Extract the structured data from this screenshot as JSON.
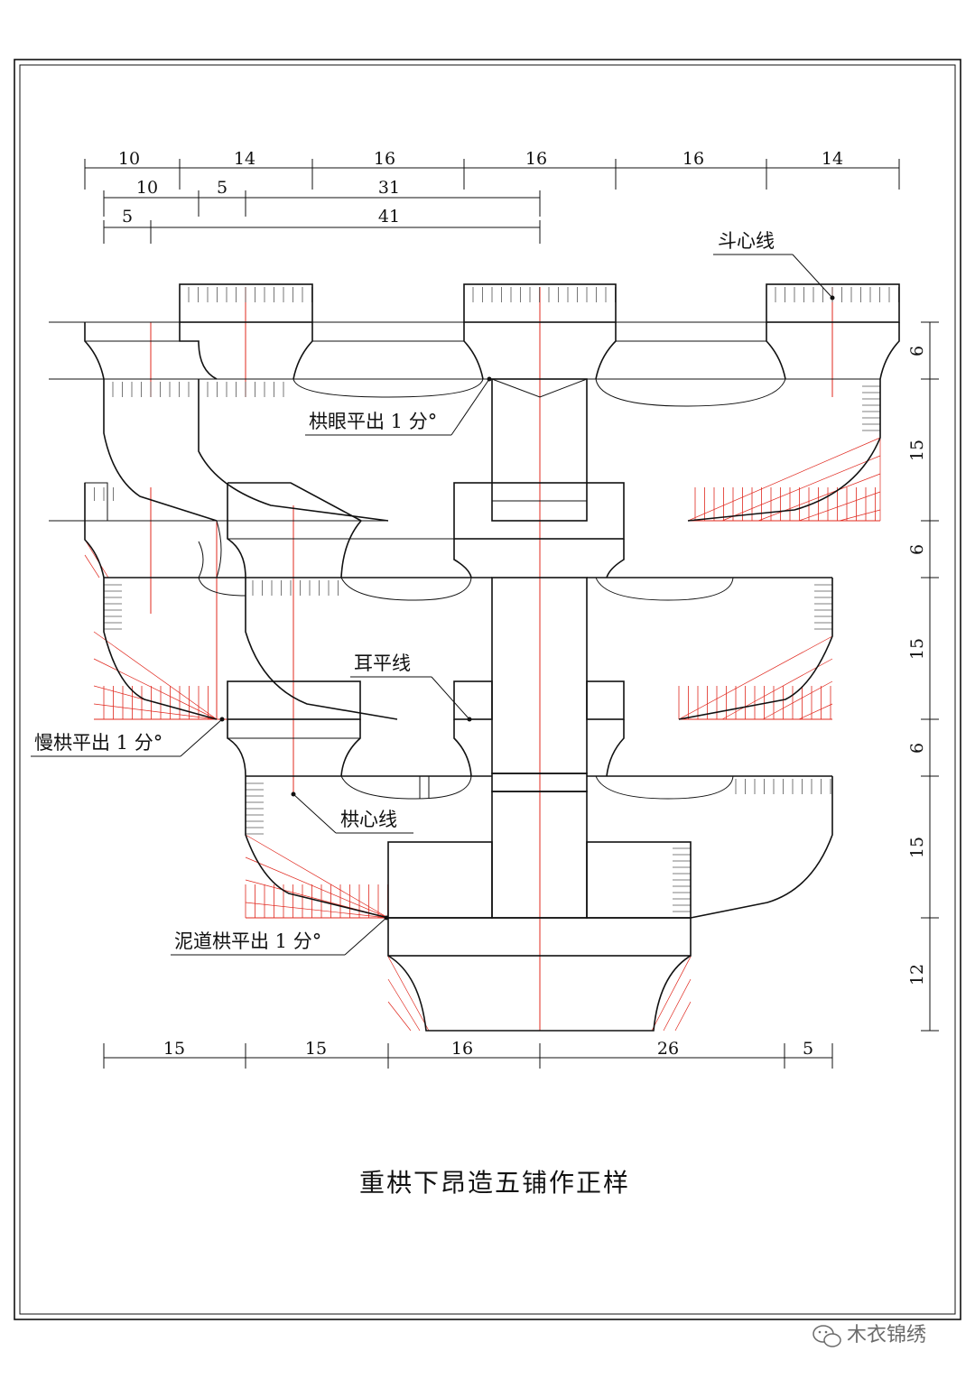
{
  "title": "重栱下昂造五铺作正样",
  "watermark": "木衣锦绣",
  "top_dims": {
    "row1": [
      "10",
      "14",
      "16",
      "16",
      "16",
      "14"
    ],
    "row2": [
      "10",
      "5",
      "31"
    ],
    "row3": [
      "5",
      "41"
    ]
  },
  "bottom_dims": [
    "15",
    "15",
    "16",
    "26",
    "5"
  ],
  "right_dims": [
    "6",
    "15",
    "6",
    "15",
    "6",
    "15",
    "12"
  ],
  "labels": {
    "dou_center": "斗心线",
    "gong_eye": "栱眼平出 1 分°",
    "ear_line": "耳平线",
    "man_gong": "慢栱平出 1 分°",
    "gong_center": "栱心线",
    "ni_dao": "泥道栱平出 1 分°"
  }
}
